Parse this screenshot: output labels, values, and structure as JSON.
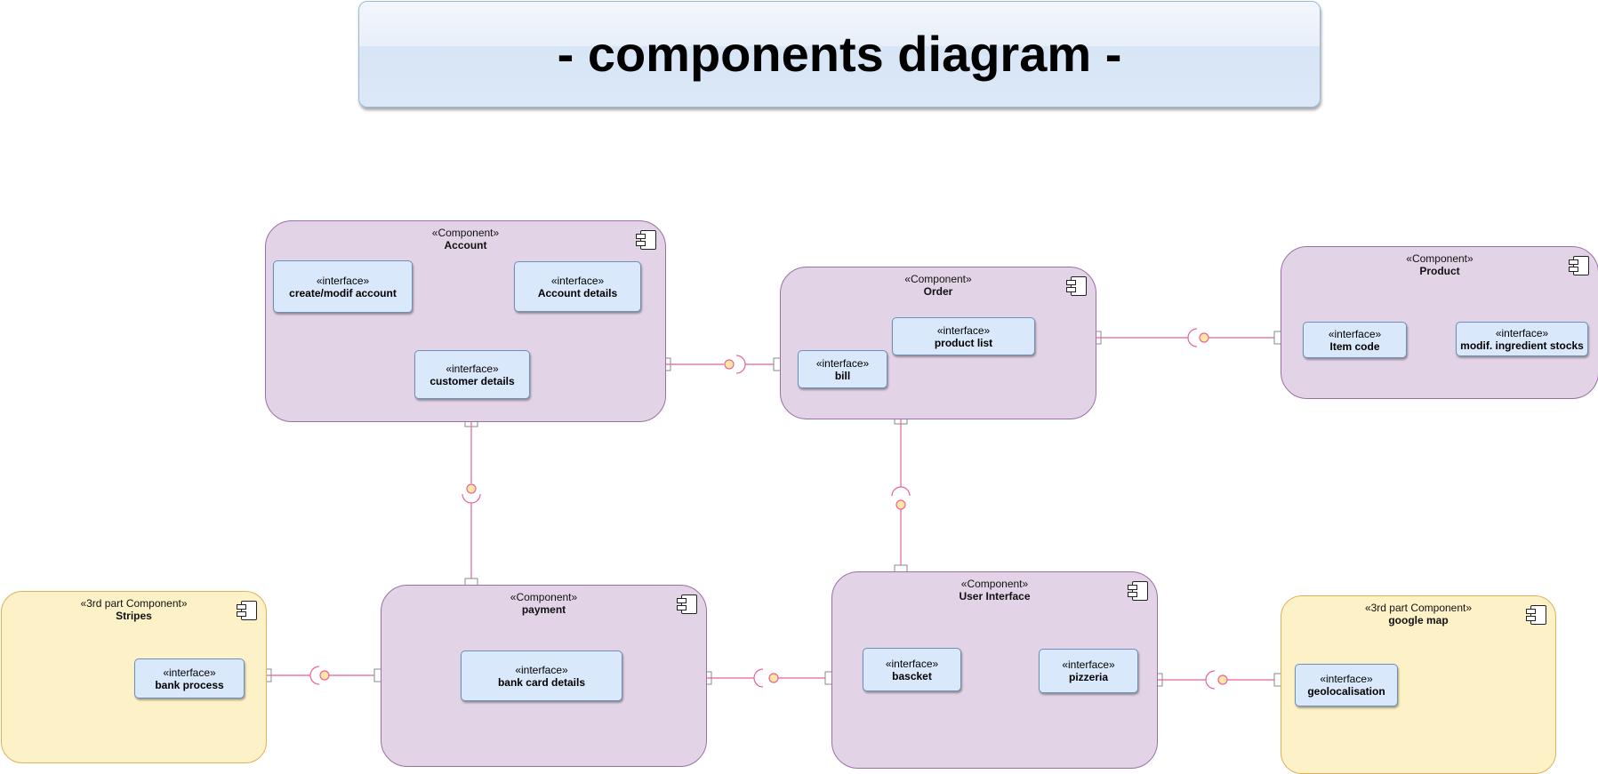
{
  "title": "- components diagram -",
  "colors": {
    "connector": "#e8629c",
    "component_fill": "#e2d4e6",
    "third_party_fill": "#fdf1c7",
    "interface_fill": "#dae8fb",
    "ball_fill": "#ffe7a3"
  },
  "components": {
    "account": {
      "stereotype": "«Component»",
      "name": "Account"
    },
    "order": {
      "stereotype": "«Component»",
      "name": "Order"
    },
    "product": {
      "stereotype": "«Component»",
      "name": "Product"
    },
    "stripes": {
      "stereotype": "«3rd part Component»",
      "name": "Stripes"
    },
    "payment": {
      "stereotype": "«Component»",
      "name": "payment"
    },
    "user_interface": {
      "stereotype": "«Component»",
      "name": "User Interface"
    },
    "google_map": {
      "stereotype": "«3rd part Component»",
      "name": "google map"
    }
  },
  "interfaces": {
    "create_modif_account": {
      "stereotype": "«interface»",
      "name": "create/modif account"
    },
    "account_details": {
      "stereotype": "«interface»",
      "name": "Account details"
    },
    "customer_details": {
      "stereotype": "«interface»",
      "name": "customer details"
    },
    "product_list": {
      "stereotype": "«interface»",
      "name": "product list"
    },
    "bill": {
      "stereotype": "«interface»",
      "name": "bill"
    },
    "item_code": {
      "stereotype": "«interface»",
      "name": "Item code"
    },
    "modif_ingredient_stocks": {
      "stereotype": "«interface»",
      "name": "modif. ingredient stocks"
    },
    "bank_process": {
      "stereotype": "«interface»",
      "name": "bank process"
    },
    "bank_card_details": {
      "stereotype": "«interface»",
      "name": "bank card details"
    },
    "bascket": {
      "stereotype": "«interface»",
      "name": "bascket"
    },
    "pizzeria": {
      "stereotype": "«interface»",
      "name": "pizzeria"
    },
    "geolocalisation": {
      "stereotype": "«interface»",
      "name": "geolocalisation"
    }
  }
}
